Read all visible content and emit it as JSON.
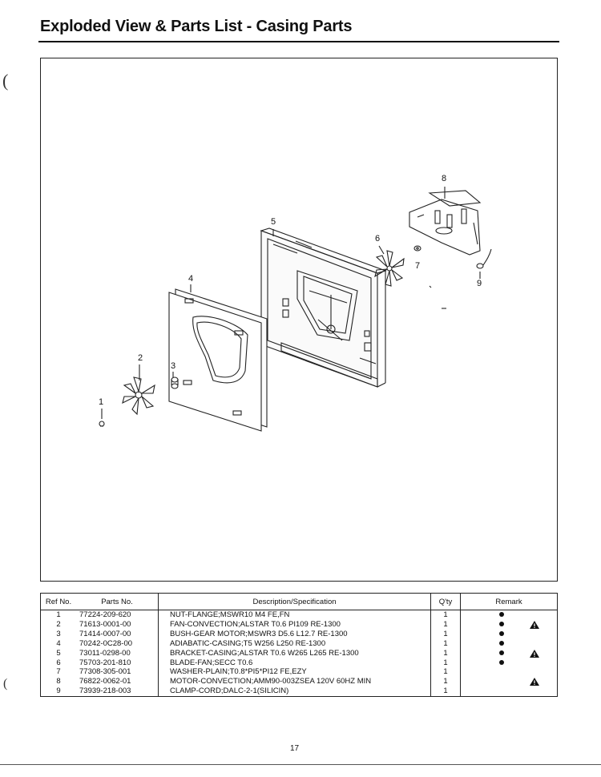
{
  "title": "Exploded View & Parts List - Casing Parts",
  "callouts": [
    "1",
    "2",
    "3",
    "4",
    "5",
    "6",
    "7",
    "8",
    "9"
  ],
  "table": {
    "headers": {
      "ref": "Ref No.",
      "parts": "Parts No.",
      "desc": "Description/Specification",
      "qty": "Q'ty",
      "remark": "Remark"
    },
    "rows": [
      {
        "ref": "1",
        "parts": "77224-209-620",
        "desc": "NUT-FLANGE;MSWR10 M4 FE,FN",
        "qty": "1",
        "dot": true,
        "warn": false
      },
      {
        "ref": "2",
        "parts": "71613-0001-00",
        "desc": "FAN-CONVECTION;ALSTAR T0.6 PI109 RE-1300",
        "qty": "1",
        "dot": true,
        "warn": true
      },
      {
        "ref": "3",
        "parts": "71414-0007-00",
        "desc": "BUSH-GEAR MOTOR;MSWR3 D5.6 L12.7 RE-1300",
        "qty": "1",
        "dot": true,
        "warn": false
      },
      {
        "ref": "4",
        "parts": "70242-0C28-00",
        "desc": "ADIABATIC-CASING;T5 W256 L250 RE-1300",
        "qty": "1",
        "dot": true,
        "warn": false
      },
      {
        "ref": "5",
        "parts": "73011-0298-00",
        "desc": "BRACKET-CASING;ALSTAR T0.6 W265 L265 RE-1300",
        "qty": "1",
        "dot": true,
        "warn": true
      },
      {
        "ref": "6",
        "parts": "75703-201-810",
        "desc": "BLADE-FAN;SECC T0.6",
        "qty": "1",
        "dot": true,
        "warn": false
      },
      {
        "ref": "7",
        "parts": "77308-305-001",
        "desc": "WASHER-PLAIN;T0.8*PI5*PI12 FE,EZY",
        "qty": "1",
        "dot": false,
        "warn": false
      },
      {
        "ref": "8",
        "parts": "76822-0062-01",
        "desc": "MOTOR-CONVECTION;AMM90-003ZSEA 120V 60HZ MIN",
        "qty": "1",
        "dot": false,
        "warn": true
      },
      {
        "ref": "9",
        "parts": "73939-218-003",
        "desc": "CLAMP-CORD;DALC-2-1(SILICIN)",
        "qty": "1",
        "dot": false,
        "warn": false
      }
    ]
  },
  "page_number": "17"
}
